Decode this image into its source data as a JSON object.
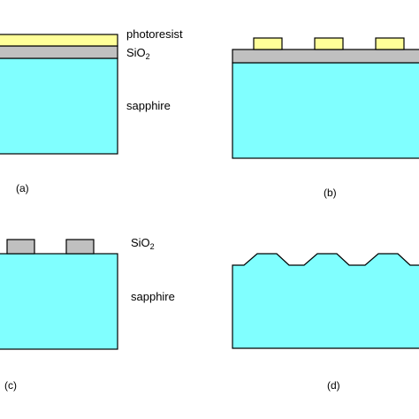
{
  "colors": {
    "sapphire": "#80FFFF",
    "sio2": "#C0C0C0",
    "photoresist": "#FFFF99",
    "outline": "#000000"
  },
  "labels": {
    "photoresist": "photoresist",
    "sio2_main": "SiO",
    "sio2_sub": "2",
    "sapphire": "sapphire"
  },
  "panels": {
    "a": "(a)",
    "b": "(b)",
    "c": "(c)",
    "d": "(d)"
  }
}
